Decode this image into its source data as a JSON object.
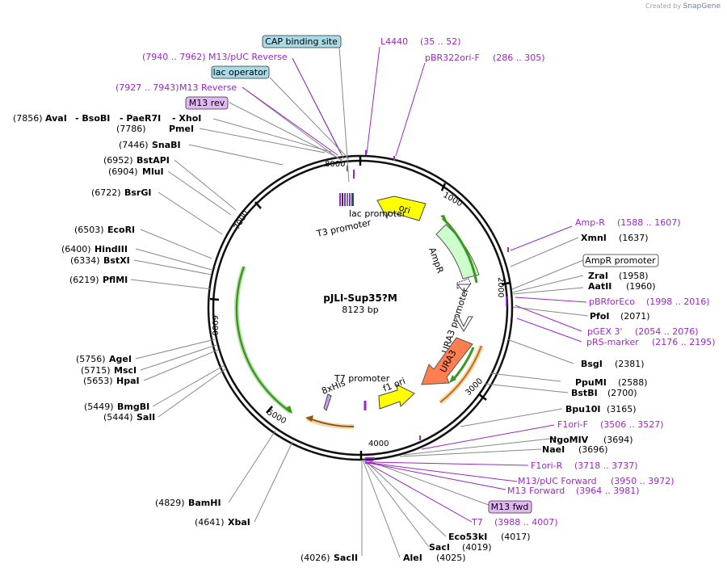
{
  "credit": {
    "prefix": "Created by",
    "brand": "SnapGene"
  },
  "plasmid": {
    "name": "pJLI-Sup35?M",
    "length": "8123 bp"
  },
  "ticks": [
    "1000",
    "2000",
    "3000",
    "4000",
    "5000",
    "6000",
    "7000",
    "8000"
  ],
  "features": {
    "ori": "ori",
    "ampr": "AmpR",
    "ura3": "URA3",
    "ura3_promoter": "URA3 promoter",
    "f1ori": "f1 ori",
    "t7_promoter": "T7 promoter",
    "his": "8xHis",
    "lac_promoter": "lac promoter",
    "t3_promoter": "T3 promoter"
  },
  "labels": {
    "cap": "CAP binding site",
    "m13puc_rev_pos": "(7940 .. 7962)",
    "m13puc_rev": "M13/pUC Reverse",
    "lac_operator": "lac operator",
    "m13rev_pos": "(7927 .. 7943)",
    "m13rev": "M13 Reverse",
    "m13rev_box": "M13 rev",
    "ava_pos": "(7856)",
    "ava": "AvaI",
    "bso": "- BsoBI",
    "pae": "- PaeR7I",
    "xho": "- XhoI",
    "pme_pos": "(7786)",
    "pme": "PmeI",
    "sna_pos": "(7446)",
    "sna": "SnaBI",
    "bstapi_pos": "(6952)",
    "bstapi": "BstAPI",
    "mlu_pos": "(6904)",
    "mlu": "MluI",
    "bsrgi_pos": "(6722)",
    "bsrgi": "BsrGI",
    "ecori_pos": "(6503)",
    "ecori": "EcoRI",
    "hind_pos": "(6400)",
    "hind": "HindIII",
    "bstxi_pos": "(6334)",
    "bstxi": "BstXI",
    "pflmi_pos": "(6219)",
    "pflmi": "PflMI",
    "age_pos": "(5756)",
    "age": "AgeI",
    "msc_pos": "(5715)",
    "msc": "MscI",
    "hpa_pos": "(5653)",
    "hpa": "HpaI",
    "bmgbi_pos": "(5449)",
    "bmgbi": "BmgBI",
    "sal_pos": "(5444)",
    "sal": "SalI",
    "bam_pos": "(4829)",
    "bam": "BamHI",
    "xba_pos": "(4641)",
    "xba": "XbaI",
    "sacii_pos": "(4026)",
    "sacii": "SacII",
    "ale": "AleI",
    "ale_pos": "(4025)",
    "saci": "SacI",
    "saci_pos": "(4019)",
    "eco53": "Eco53kI",
    "eco53_pos": "(4017)",
    "t7": "T7",
    "t7_pos": "(3988 .. 4007)",
    "m13fwd_box": "M13 fwd",
    "m13fwd": "M13 Forward",
    "m13fwd_pos": "(3964 .. 3981)",
    "m13puc_fwd": "M13/pUC Forward",
    "m13puc_fwd_pos": "(3950 .. 3972)",
    "f1orir": "F1ori-R",
    "f1orir_pos": "(3718 .. 3737)",
    "nae": "NaeI",
    "nae_pos": "(3696)",
    "ngo": "NgoMIV",
    "ngo_pos": "(3694)",
    "f1orif": "F1ori-F",
    "f1orif_pos": "(3506 .. 3527)",
    "bpu": "Bpu10I",
    "bpu_pos": "(3165)",
    "bstbi": "BstBI",
    "bstbi_pos": "(2700)",
    "ppumi": "PpuMI",
    "ppumi_pos": "(2588)",
    "bsgi": "BsgI",
    "bsgi_pos": "(2381)",
    "prs": "pRS-marker",
    "prs_pos": "(2176 .. 2195)",
    "pgex": "pGEX 3'",
    "pgex_pos": "(2054 .. 2076)",
    "pfoi": "PfoI",
    "pfoi_pos": "(2071)",
    "pbrfor": "pBRforEco",
    "pbrfor_pos": "(1998 .. 2016)",
    "aatii": "AatII",
    "aatii_pos": "(1960)",
    "zrai": "ZraI",
    "zrai_pos": "(1958)",
    "ampr_promoter": "AmpR promoter",
    "xmni": "XmnI",
    "xmni_pos": "(1637)",
    "ampr_primer": "Amp-R",
    "ampr_primer_pos": "(1588 .. 1607)",
    "l4440": "L4440",
    "l4440_pos": "(35 .. 52)",
    "pbr322": "pBR322ori-F",
    "pbr322_pos": "(286 .. 305)"
  },
  "colors": {
    "primer": "#9b27c6",
    "ori": "#ffff00",
    "ampr": "#ccffcc",
    "ura3": "#ff7f50",
    "orf_green": "#3a9a1f",
    "orf_orange": "#e08a1e",
    "misc_box": "#a9dbe7",
    "primer_box": "#e2b8f2"
  }
}
